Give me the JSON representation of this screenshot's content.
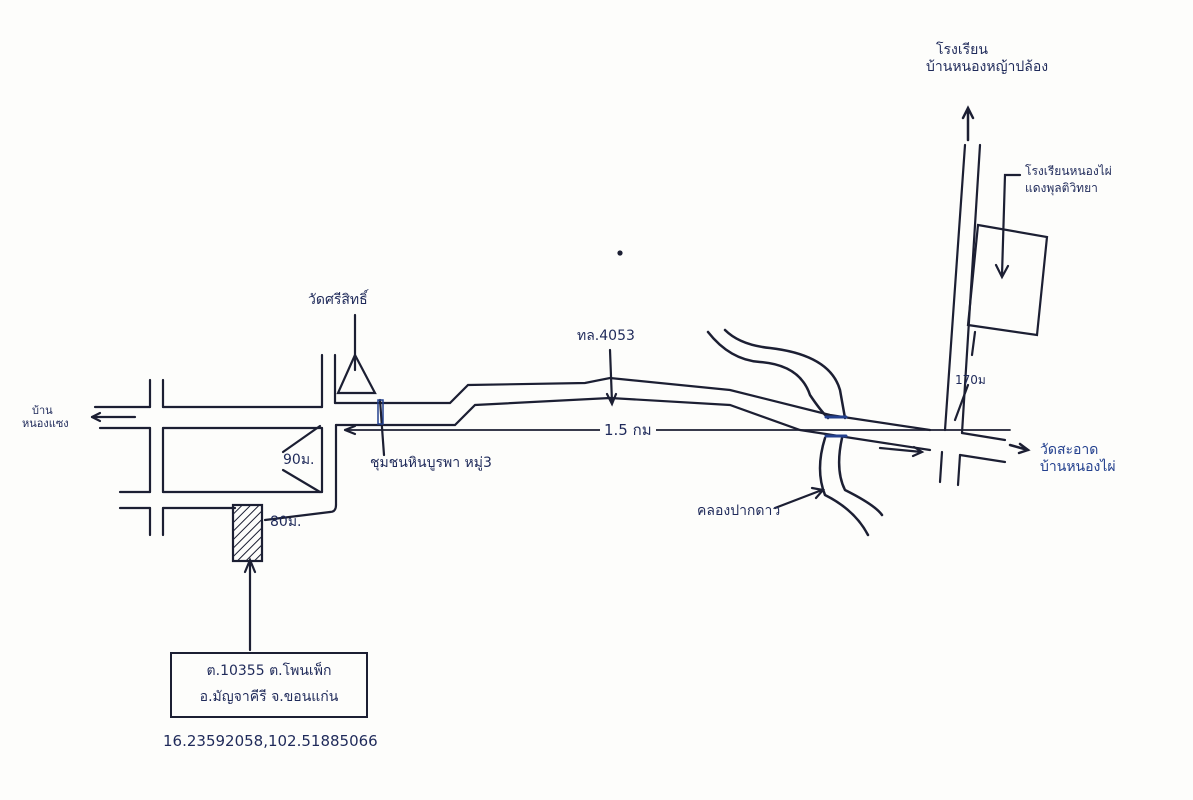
{
  "map": {
    "title_box": {
      "line1": "ต.10355 ต.โพนเพ็ก",
      "line2": "อ.มัญจาคีรี จ.ขอนแก่น"
    },
    "coordinates": "16.23592058,102.51885066",
    "labels": {
      "school_north": [
        "โรงเรียน",
        "บ้านหนองหญ้าปล้อง"
      ],
      "school_east": [
        "โรงเรียนหนองไผ่",
        "แดงพุลติวิทยา"
      ],
      "temple_west": "วัดศรีสิทธิ์",
      "highway": "ทล.4053",
      "community": "ชุมชนหินบูรพา หมู่3",
      "distance_main": "1.5 กม",
      "distance_90": "90ม.",
      "distance_80": "80ม.",
      "distance_170": "170ม",
      "west_village": [
        "บ้าน",
        "หนองแซง"
      ],
      "east_temple": [
        "วัดสะอาด",
        "บ้านหนองไผ่"
      ],
      "canal": "คลองปากดาว"
    },
    "colors": {
      "ink": "#1c1f33",
      "blue_ink": "#23408e"
    }
  }
}
